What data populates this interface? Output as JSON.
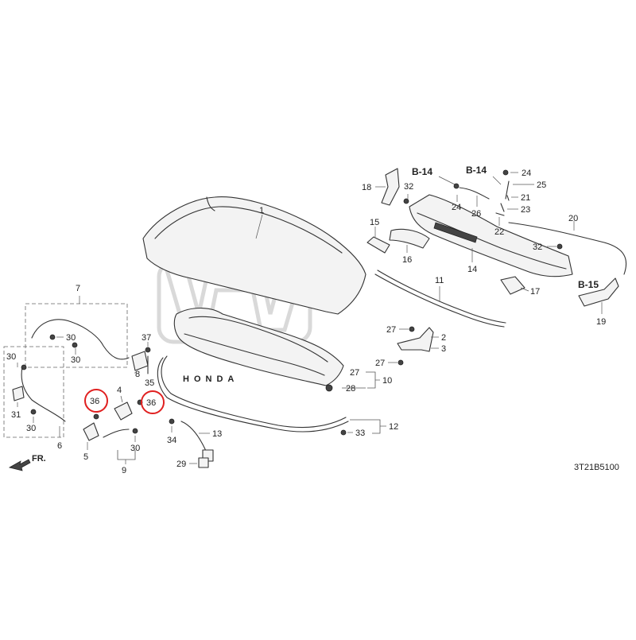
{
  "diagram": {
    "code": "3T21B5100",
    "direction_label": "FR.",
    "watermark": "HONDA",
    "highlight_color": "#e02020",
    "labels": {
      "p1": "1",
      "p2": "2",
      "p3": "3",
      "p4": "4",
      "p5": "5",
      "p6": "6",
      "p7": "7",
      "p8": "8",
      "p9": "9",
      "p10": "10",
      "p11": "11",
      "p12": "12",
      "p13": "13",
      "p14": "14",
      "p15": "15",
      "p16": "16",
      "p17": "17",
      "p18": "18",
      "p19": "19",
      "p20": "20",
      "p21": "21",
      "p22": "22",
      "p23": "23",
      "p24a": "24",
      "p24b": "24",
      "p25": "25",
      "p26": "26",
      "p27a": "27",
      "p27b": "27",
      "p27c": "27",
      "p28": "28",
      "p29": "29",
      "p30a": "30",
      "p30b": "30",
      "p30c": "30",
      "p30d": "30",
      "p30e": "30",
      "p31": "31",
      "p32a": "32",
      "p32b": "32",
      "p33": "33",
      "p34": "34",
      "p35": "35",
      "p36a": "36",
      "p36b": "36",
      "p37": "37"
    },
    "refs": {
      "b14a": "B-14",
      "b14b": "B-14",
      "b15": "B-15"
    }
  }
}
